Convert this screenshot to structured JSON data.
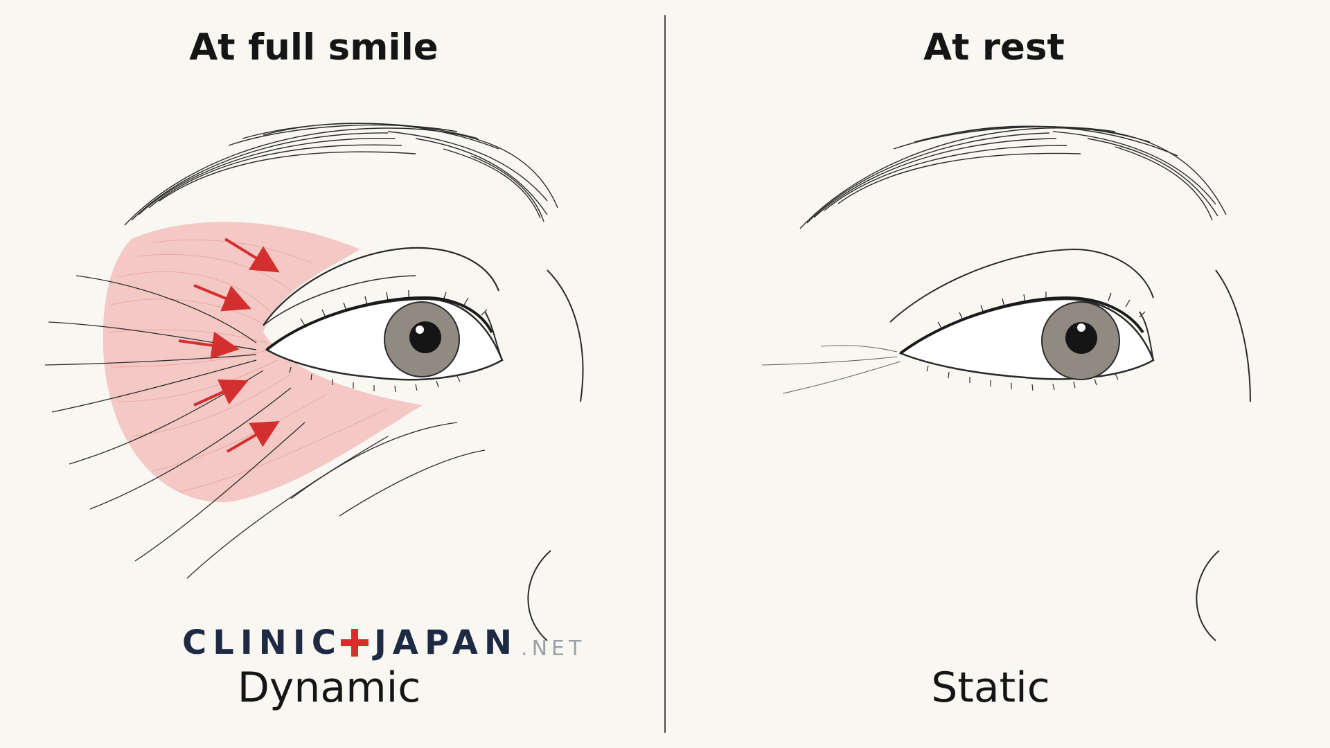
{
  "panels": {
    "left": {
      "title": "At full smile",
      "caption": "Dynamic",
      "muscle_highlight_color": "#f2b8b5",
      "arrow_color": "#d42f2f"
    },
    "right": {
      "title": "At rest",
      "caption": "Static"
    }
  },
  "logo": {
    "part1": "CLINIC",
    "part2": "JAPAN",
    "tld": ".NET",
    "plus_color": "#d72d2d",
    "text_color": "#1e2a44"
  },
  "colors": {
    "background": "#f9f7f2",
    "line": "#2a2a2a",
    "iris": "#8f8a82",
    "pupil": "#151515"
  }
}
